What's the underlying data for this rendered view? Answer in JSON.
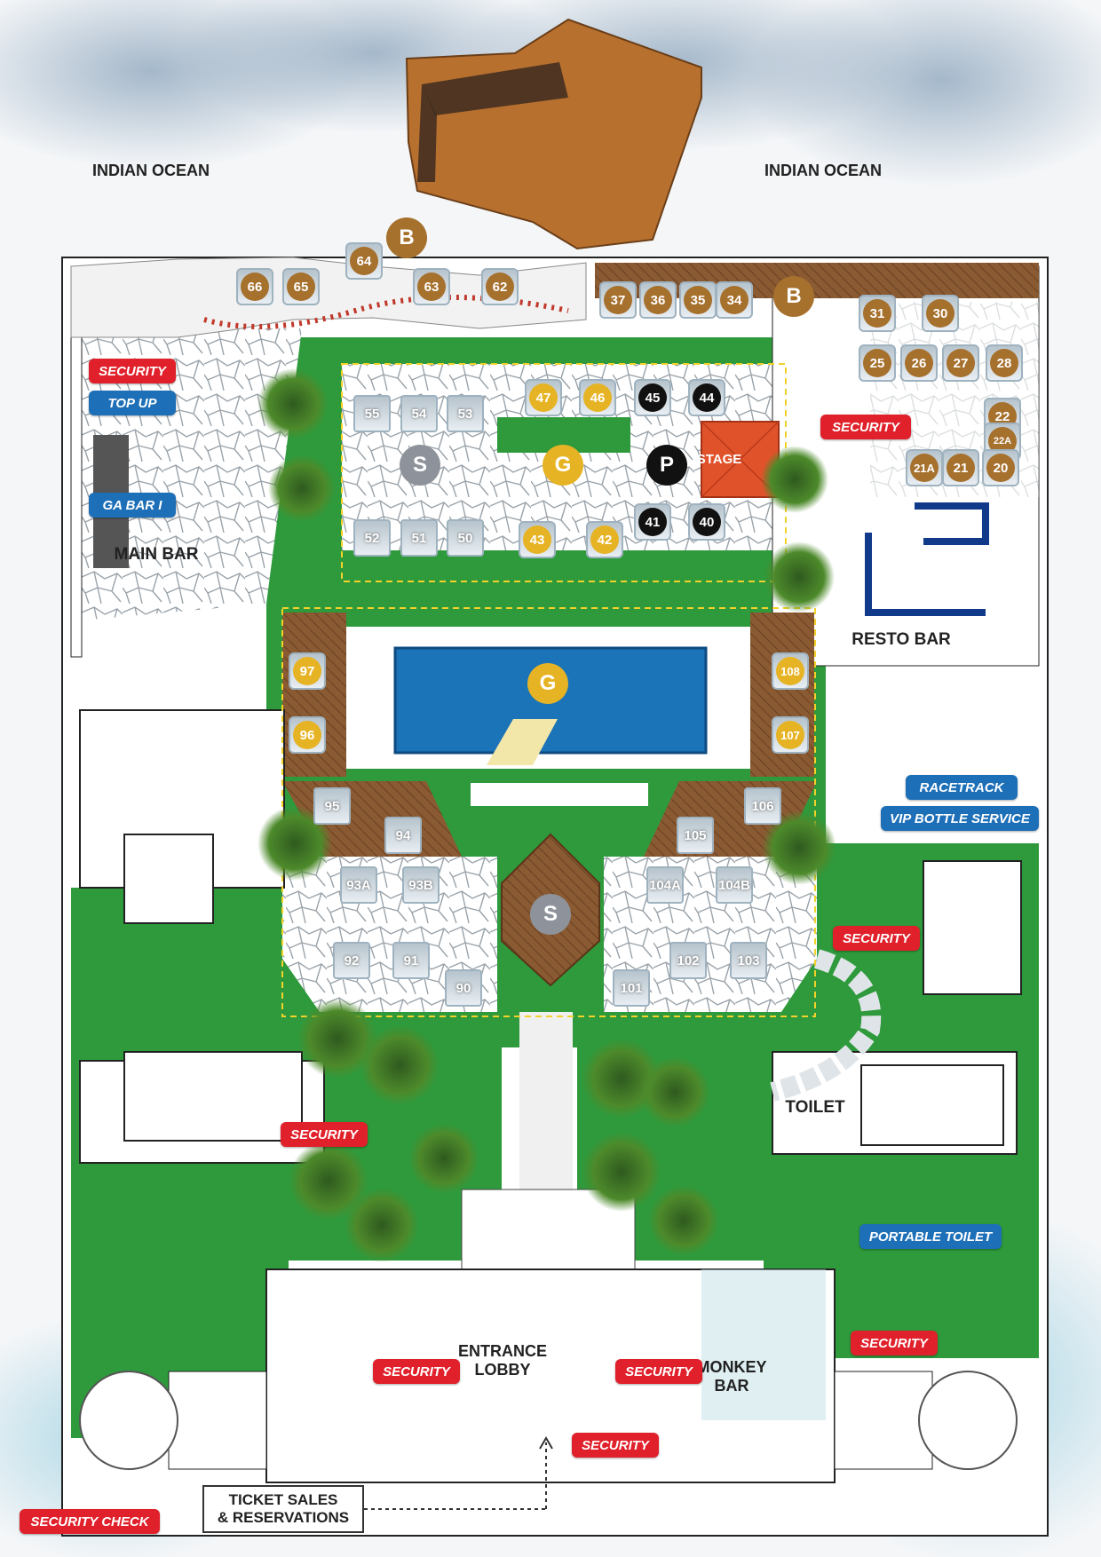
{
  "ocean_labels": {
    "left": "INDIAN OCEAN",
    "right": "INDIAN OCEAN"
  },
  "area_labels": {
    "main_bar": "MAIN BAR",
    "resto_bar": "RESTO BAR",
    "stage": "STAGE",
    "toilet": "TOILET",
    "entrance_lobby_1": "ENTRANCE",
    "entrance_lobby_2": "LOBBY",
    "monkey_bar_1": "MONKEY",
    "monkey_bar_2": "BAR",
    "ticket_1": "TICKET SALES",
    "ticket_2": "& RESERVATIONS"
  },
  "zone_markers": {
    "bar_top": "B",
    "bar_right": "B",
    "silver_upper": "S",
    "gold_upper": "G",
    "platinum": "P",
    "gold_pool": "G",
    "silver_lower": "S"
  },
  "tags": {
    "security_left_upper": "SECURITY",
    "top_up": "TOP UP",
    "ga_bar": "GA BAR I",
    "security_resto": "SECURITY",
    "racetrack": "RACETRACK",
    "vip_bottle_service": "VIP BOTTLE SERVICE",
    "security_right_mid": "SECURITY",
    "security_left_mid": "SECURITY",
    "portable_toilet": "PORTABLE TOILET",
    "security_right_low": "SECURITY",
    "security_lobby_left": "SECURITY",
    "security_lobby_right": "SECURITY",
    "security_entrance": "SECURITY",
    "security_check": "SECURITY CHECK"
  },
  "tables": {
    "t66": "66",
    "t65": "65",
    "t64": "64",
    "t63": "63",
    "t62": "62",
    "t37": "37",
    "t36": "36",
    "t35": "35",
    "t34": "34",
    "t31": "31",
    "t30": "30",
    "t25": "25",
    "t26": "26",
    "t27": "27",
    "t28": "28",
    "t22": "22",
    "t22a": "22A",
    "t21a": "21A",
    "t21": "21",
    "t20": "20",
    "t55": "55",
    "t54": "54",
    "t53": "53",
    "t52": "52",
    "t51": "51",
    "t50": "50",
    "t47": "47",
    "t46": "46",
    "t43": "43",
    "t42": "42",
    "t45": "45",
    "t44": "44",
    "t41": "41",
    "t40": "40",
    "t97": "97",
    "t96": "96",
    "t108": "108",
    "t107": "107",
    "t95": "95",
    "t94": "94",
    "t106": "106",
    "t105": "105",
    "t93a": "93A",
    "t93b": "93B",
    "t104a_1": "104",
    "t104a_2": "A",
    "t104b_1": "104",
    "t104b_2": "B",
    "t92": "92",
    "t91": "91",
    "t90": "90",
    "t101": "101",
    "t102": "102",
    "t103": "103"
  },
  "colors": {
    "grass": "#2e9a3c",
    "deck": "#8a5a32",
    "pool": "#1b73b8",
    "stage": "#e0522a",
    "security_red": "#e0202a",
    "info_blue": "#1d6fb8",
    "gold": "#e6b324",
    "silver": "#8e939b",
    "platinum": "#111111",
    "bar_brown": "#a6702d"
  }
}
